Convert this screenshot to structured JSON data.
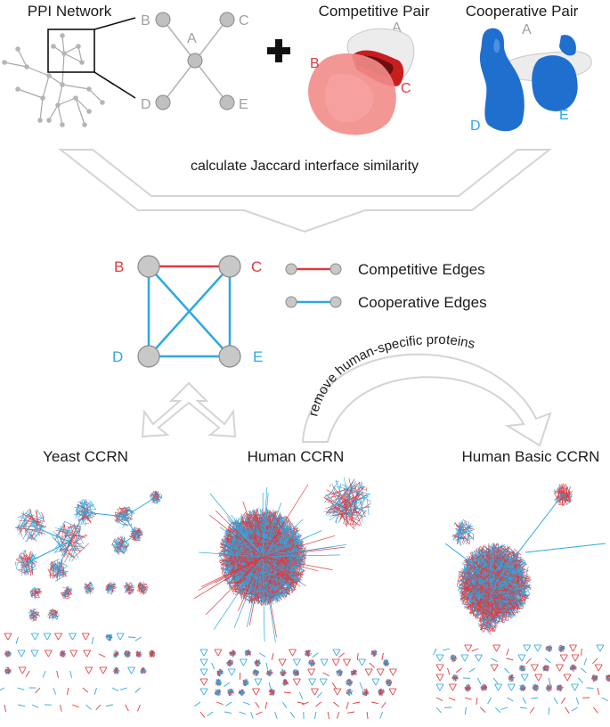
{
  "titles": {
    "ppi": "PPI Network",
    "competitive_pair": "Competitive Pair",
    "cooperative_pair": "Cooperative Pair"
  },
  "nodes": {
    "a": "A",
    "b": "B",
    "c": "C",
    "d": "D",
    "e": "E"
  },
  "step_calculate": "calculate Jaccard interface similarity",
  "step_remove": "remove human-specific proteins",
  "legend": {
    "competitive": "Competitive Edges",
    "cooperative": "Cooperative Edges"
  },
  "networks": {
    "yeast": "Yeast CCRN",
    "human": "Human CCRN",
    "human_basic": "Human Basic CCRN"
  },
  "colors": {
    "competitive": "#e03a3e",
    "cooperative": "#2ea8e0",
    "node_fill": "#c8c8c8",
    "node_stroke": "#8a8a8a",
    "arrow": "#d4d4d4",
    "ppi_gray": "#a8a8a8",
    "protein_blue": "#1f6fcf",
    "protein_red": "#f07a78"
  }
}
